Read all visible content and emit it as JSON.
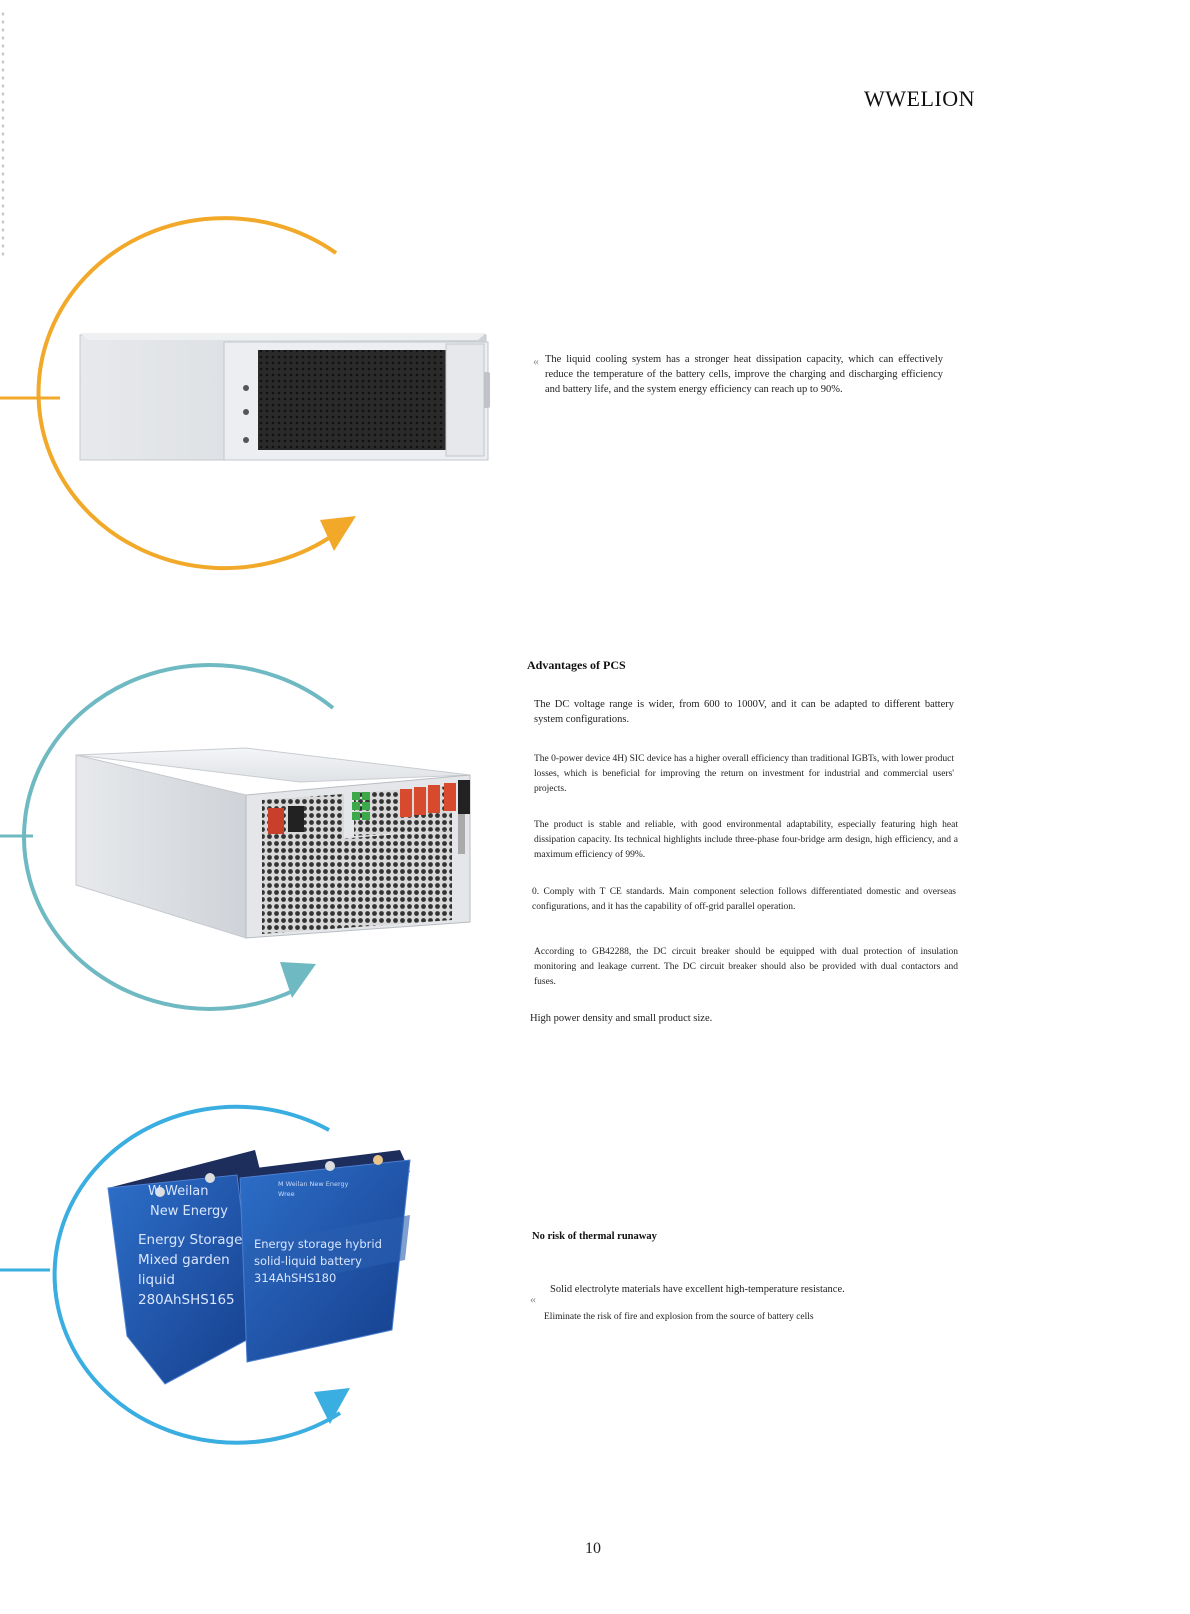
{
  "header": {
    "brand": "WWELION"
  },
  "section1": {
    "bullet": "«",
    "text": "The liquid cooling system has a stronger heat dissipation capacity, which can effectively reduce the temperature of the battery cells, improve the charging and discharging efficiency and battery life, and the system energy efficiency can reach up to 90%.",
    "accent": "#F2A92A"
  },
  "section2": {
    "heading": "Advantages of PCS",
    "accent": "#6FB9C2",
    "items": [
      "The DC voltage range is wider, from 600 to 1000V, and it can be adapted to different battery system configurations.",
      "The 0-power device 4H) SIC device has a higher overall efficiency than traditional IGBTs, with lower product losses, which is beneficial for improving the return on investment for industrial and commercial users' projects.",
      "The product is stable and reliable, with good environmental adaptability, especially featuring high heat dissipation capacity. Its technical highlights include three-phase four-bridge arm design, high efficiency, and a maximum efficiency of 99%.",
      "0. Comply with T CE standards. Main component selection follows differentiated domestic and overseas configurations, and it has the capability of off-grid parallel operation.",
      "According to GB42288, the DC circuit breaker should be equipped with dual protection of insulation monitoring and leakage current. The DC circuit breaker should also be provided with dual contactors and fuses.",
      "High power density and small product size."
    ]
  },
  "section3": {
    "heading": "No risk of thermal runaway",
    "bullet": "«",
    "line1": "Solid electrolyte materials have excellent high-temperature resistance.",
    "line2": "Eliminate the risk of fire and explosion from the source of battery cells",
    "accent": "#3AAEE0",
    "battery_left": {
      "brand1": "W Weilan",
      "brand2": "New Energy",
      "l1": "Energy Storage",
      "l2": "Mixed garden",
      "l3": "liquid",
      "l4": "280AhSHS165"
    },
    "battery_right": {
      "brand1": "M Weilan New Energy",
      "brand2": "Wree",
      "l1": "Energy storage hybrid",
      "l2": "solid-liquid battery",
      "l3": "314AhSHS180"
    }
  },
  "footer": {
    "page_number": "10"
  }
}
